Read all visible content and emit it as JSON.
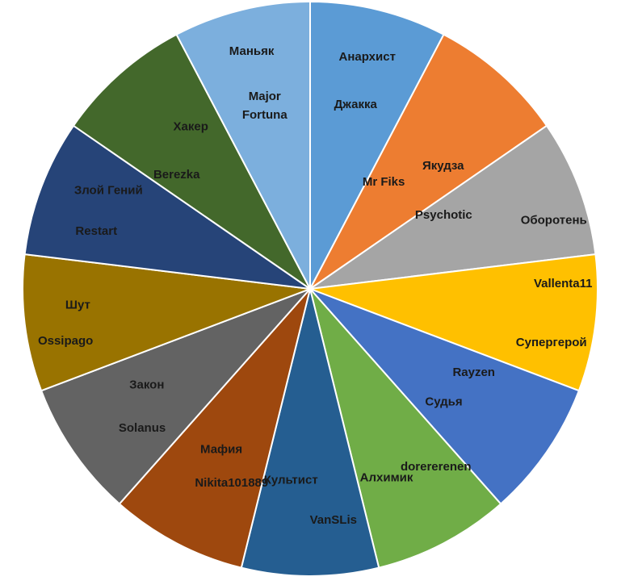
{
  "chart_data": {
    "type": "pie",
    "title": "",
    "slices": [
      {
        "role": "Анархист",
        "player": "Джакка",
        "value": 1,
        "color": "#5B9BD5"
      },
      {
        "role": "Якудза",
        "player": "Mr Fiks",
        "value": 1,
        "color": "#ED7D31"
      },
      {
        "role": "Оборотень",
        "player": "Psychotic",
        "value": 1,
        "color": "#A5A5A5"
      },
      {
        "role": "Супергерой",
        "player": "Vallenta11",
        "value": 1,
        "color": "#FFC000"
      },
      {
        "role": "Судья",
        "player": "Rayzen",
        "value": 1,
        "color": "#4472C4"
      },
      {
        "role": "Алхимик",
        "player": "dorererenen",
        "value": 1,
        "color": "#70AD47"
      },
      {
        "role": "Культист",
        "player": "VanSLis",
        "value": 1,
        "color": "#255E91"
      },
      {
        "role": "Мафия",
        "player": "Nikita101889",
        "value": 1,
        "color": "#9E480E"
      },
      {
        "role": "Закон",
        "player": "Solanus",
        "value": 1,
        "color": "#636363"
      },
      {
        "role": "Шут",
        "player": "Ossipago",
        "value": 1,
        "color": "#997300"
      },
      {
        "role": "Злой Гений",
        "player": "Restart",
        "value": 1,
        "color": "#264478"
      },
      {
        "role": "Хакер",
        "player": "Berezka",
        "value": 1,
        "color": "#43682B"
      },
      {
        "role": "Маньяк",
        "player": "Major Fortuna",
        "value": 1,
        "color": "#7CAFDD"
      }
    ]
  }
}
